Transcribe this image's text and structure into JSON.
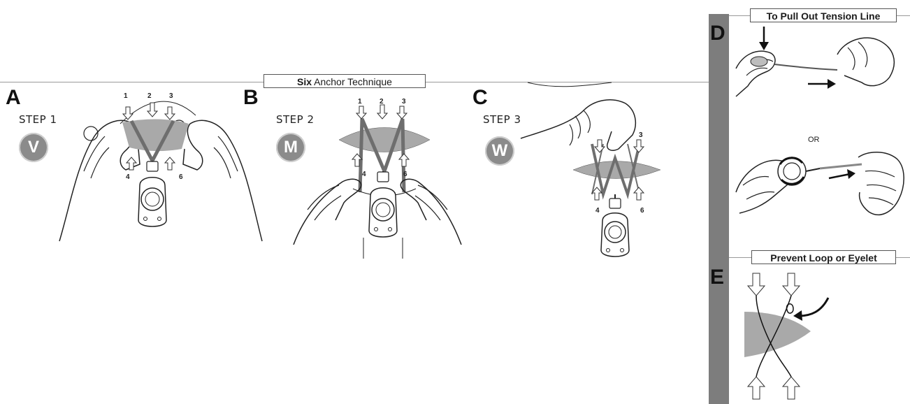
{
  "title": {
    "bold": "Six",
    "rest": " Anchor Technique"
  },
  "panels": {
    "a": {
      "letter": "A",
      "step": "STEP 1",
      "badge": "V",
      "anchors": [
        "1",
        "2",
        "3",
        "4",
        "6"
      ]
    },
    "b": {
      "letter": "B",
      "step": "STEP 2",
      "badge": "M",
      "anchors": [
        "1",
        "2",
        "3",
        "4",
        "6"
      ]
    },
    "c": {
      "letter": "C",
      "step": "STEP 3",
      "badge": "W",
      "anchors": [
        "3",
        "4",
        "6"
      ]
    },
    "d": {
      "letter": "D",
      "title": "To Pull Out Tension Line",
      "or_text": "OR"
    },
    "e": {
      "letter": "E",
      "title": "Prevent Loop or Eyelet"
    }
  },
  "colors": {
    "bar": "#7d7d7d",
    "badge": "#8b8b8b",
    "tissue": "#a9a9a9",
    "thread": "#6e6e6e"
  }
}
